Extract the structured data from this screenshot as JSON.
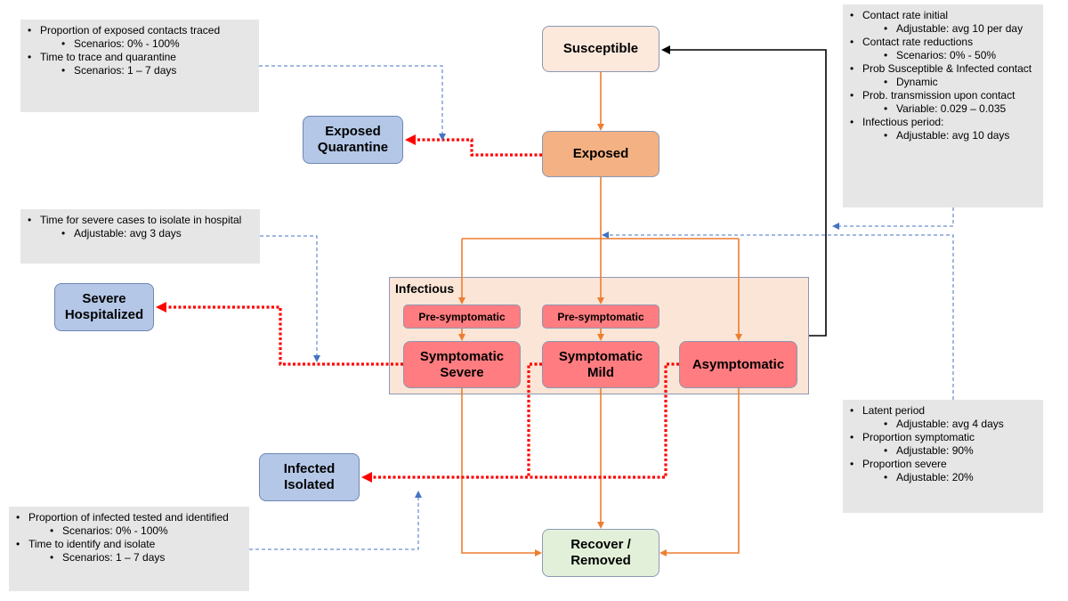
{
  "states": {
    "susceptible": "Susceptible",
    "exposed": "Exposed",
    "exposed_quarantine": [
      "Exposed",
      "Quarantine"
    ],
    "severe_hospitalized": [
      "Severe",
      "Hospitalized"
    ],
    "infected_isolated": [
      "Infected",
      "Isolated"
    ],
    "infectious_label": "Infectious",
    "pre_symptomatic_1": "Pre-symptomatic",
    "pre_symptomatic_2": "Pre-symptomatic",
    "symptomatic_severe": [
      "Symptomatic",
      "Severe"
    ],
    "symptomatic_mild": [
      "Symptomatic",
      "Mild"
    ],
    "asymptomatic": "Asymptomatic",
    "recover_removed": [
      "Recover /",
      "Removed"
    ]
  },
  "notes": {
    "tracing": [
      {
        "text": "Proportion  of exposed contacts traced",
        "level": 1
      },
      {
        "text": "Scenarios: 0% - 100%",
        "level": 2
      },
      {
        "text": "Time to trace and quarantine",
        "level": 1
      },
      {
        "text": "Scenarios: 1 – 7 days",
        "level": 2
      }
    ],
    "contact": [
      {
        "text": "Contact rate initial",
        "level": 1
      },
      {
        "text": "Adjustable: avg 10 per day",
        "level": 2
      },
      {
        "text": "Contact rate reductions",
        "level": 1
      },
      {
        "text": "Scenarios: 0% - 50%",
        "level": 2
      },
      {
        "text": "Prob Susceptible & Infected contact",
        "level": 1
      },
      {
        "text": "Dynamic",
        "level": 2
      },
      {
        "text": "Prob. transmission upon contact",
        "level": 1
      },
      {
        "text": "Variable: 0.029 – 0.035",
        "level": 2
      },
      {
        "text": "Infectious period:",
        "level": 1
      },
      {
        "text": "Adjustable: avg 10 days",
        "level": 2
      }
    ],
    "hospital": [
      {
        "text": "Time for severe cases to isolate in hospital",
        "level": 1
      },
      {
        "text": "Adjustable: avg 3 days",
        "level": 2
      }
    ],
    "latent": [
      {
        "text": "Latent period",
        "level": 1
      },
      {
        "text": "Adjustable: avg 4 days",
        "level": 2
      },
      {
        "text": "Proportion  symptomatic",
        "level": 1
      },
      {
        "text": "Adjustable: 90%",
        "level": 2
      },
      {
        "text": "Proportion  severe",
        "level": 1
      },
      {
        "text": "Adjustable: 20%",
        "level": 2
      }
    ],
    "testing": [
      {
        "text": "Proportion  of infected tested and identified",
        "level": 1
      },
      {
        "text": "Scenarios: 0% - 100%",
        "level": 2
      },
      {
        "text": "Time to identify and isolate",
        "level": 1
      },
      {
        "text": "Scenarios: 1 – 7 days",
        "level": 2
      }
    ]
  },
  "colors": {
    "flow_arrow": "#ed7d31",
    "isolation_arrow": "#ff0000",
    "parameter_link": "#4472c4",
    "feedback_arrow": "#000000"
  }
}
